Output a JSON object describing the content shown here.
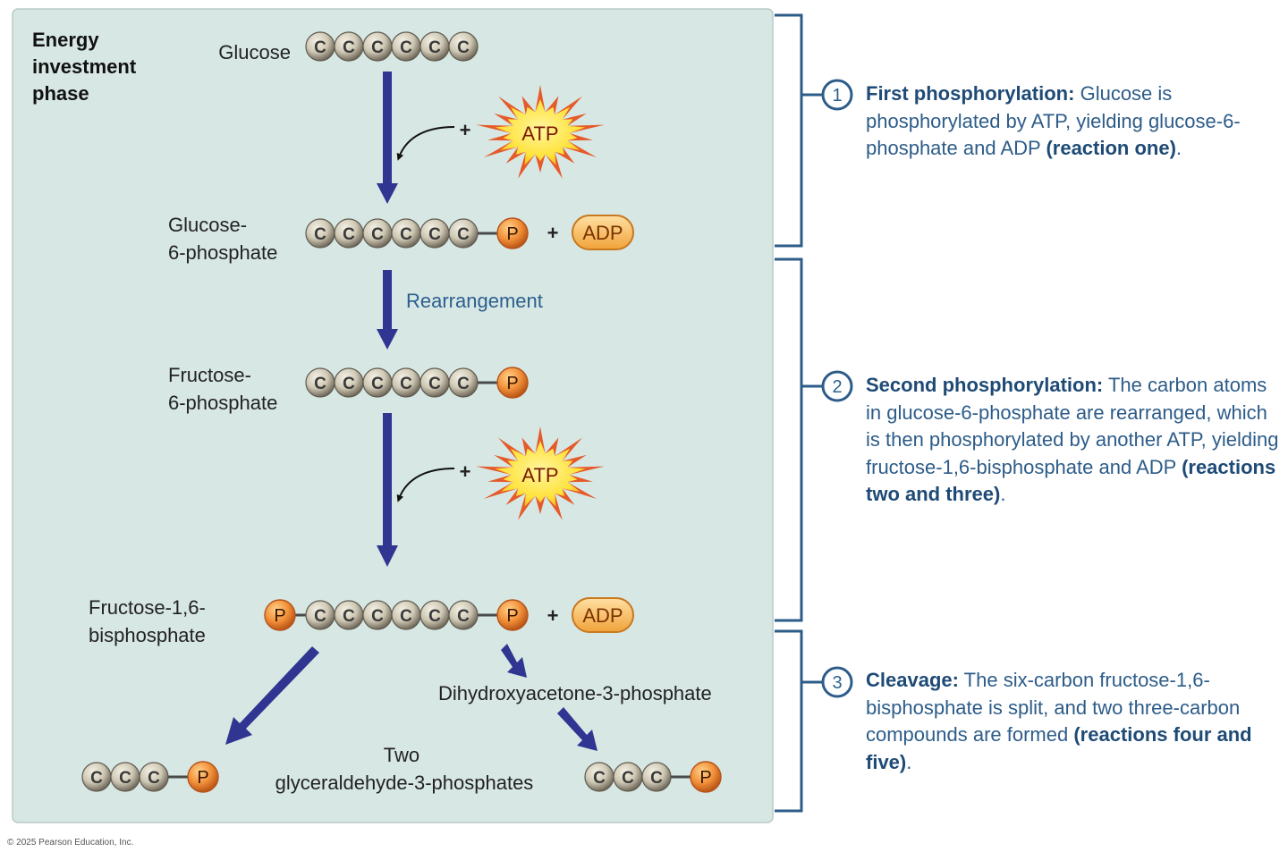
{
  "phase_title": [
    "Energy",
    "investment",
    "phase"
  ],
  "molecules": {
    "glucose": {
      "label": [
        "Glucose"
      ],
      "carbons": 6
    },
    "g6p": {
      "label": [
        "Glucose-",
        "6-phosphate"
      ],
      "carbons": 6,
      "phosphates": 1
    },
    "f6p": {
      "label": [
        "Fructose-",
        "6-phosphate"
      ],
      "carbons": 6,
      "phosphates": 1
    },
    "f16bp": {
      "label": [
        "Fructose-1,6-",
        "bisphosphate"
      ],
      "carbons": 6,
      "phosphates": 2
    },
    "dhap": {
      "label": "Dihydroxyacetone-3-phosphate",
      "carbons": 3,
      "phosphates": 1
    },
    "g3p": {
      "label": [
        "Two",
        "glyceraldehyde-3-phosphates"
      ],
      "carbons": 3,
      "phosphates": 1
    }
  },
  "atoms": {
    "carbon": "C",
    "phosphate": "P"
  },
  "cofactors": {
    "atp": "ATP",
    "adp": "ADP",
    "plus": "+"
  },
  "rearrangement": "Rearrangement",
  "steps": [
    {
      "number": "1",
      "title": "First phosphorylation:",
      "body": "Glucose is phosphorylated by ATP, yielding glucose-6-phosphate and ADP",
      "note": "(reaction one)",
      "tail": "."
    },
    {
      "number": "2",
      "title": "Second phosphorylation:",
      "body": "The carbon atoms in glucose-6-phosphate are rearranged, which is then phosphorylated by another ATP, yielding fructose-1,6-bisphosphate and ADP",
      "note": "(reactions two and three)",
      "tail": "."
    },
    {
      "number": "3",
      "title": "Cleavage:",
      "body": "The six-carbon fructose-1,6-bisphosphate is split, and two three-carbon compounds are formed",
      "note": "(reactions four and five)",
      "tail": "."
    }
  ],
  "copyright": "© 2025 Pearson Education, Inc.",
  "colors": {
    "panel": "#d7e7e4",
    "arrow": "#2f3591",
    "bracket": "#2d5c89",
    "step_text": "#2d5c89",
    "phosphate": "#ee8a2e",
    "atp_star": "#e55a2a",
    "atp_core": "#ffe23a",
    "adp": "#f5b24a"
  }
}
